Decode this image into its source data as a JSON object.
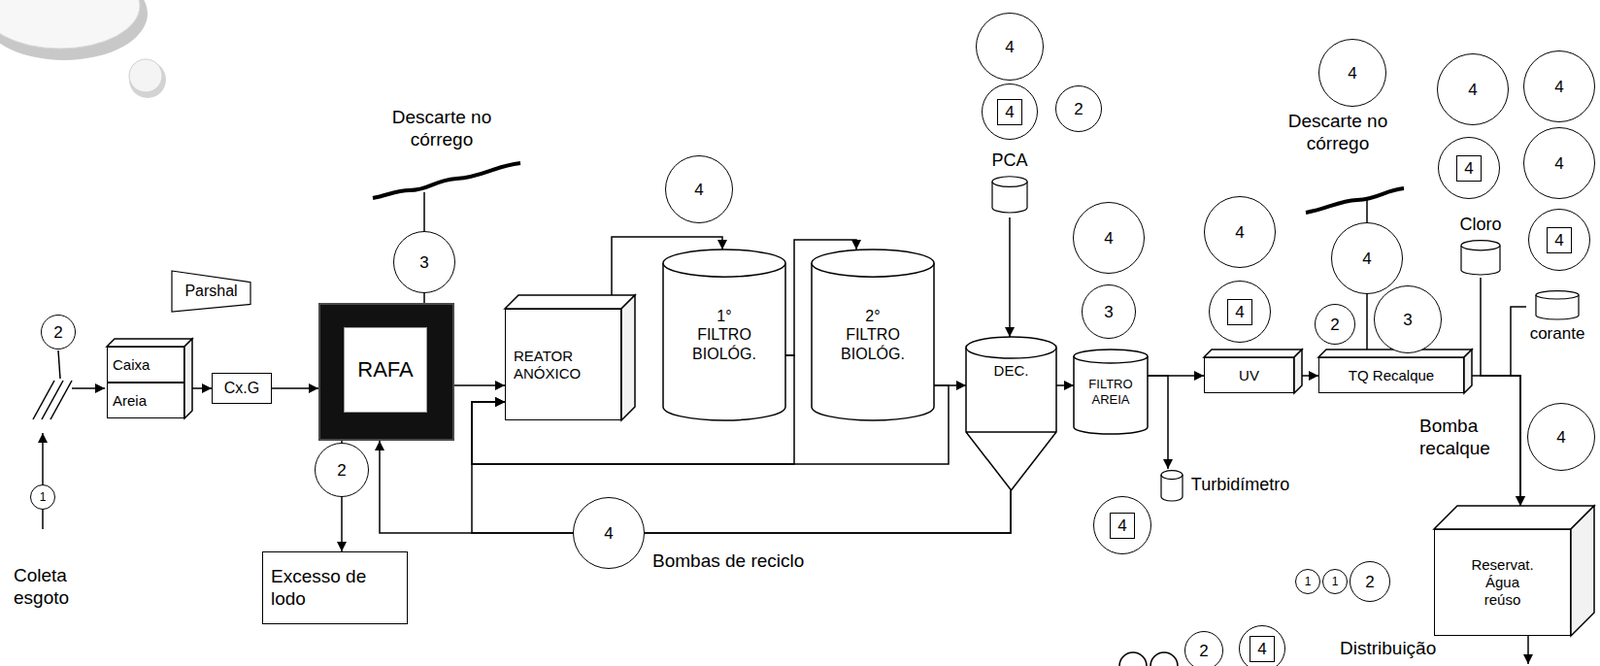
{
  "diagram": {
    "nodes": [
      {
        "text": [
          "Caixa",
          "Areia"
        ]
      },
      {
        "text": [
          "Parshal"
        ]
      },
      {
        "text": [
          "Cx.G"
        ]
      },
      {
        "text": [
          "RAFA"
        ]
      },
      {
        "text": [
          "Excesso de lodo"
        ]
      },
      {
        "text": [
          "REATOR ANÓXICO"
        ]
      },
      {
        "text": [
          "1° FILTRO BIOLÓG."
        ]
      },
      {
        "text": [
          "2° FILTRO BIOLÓG."
        ]
      },
      {
        "text": [
          "PCA"
        ]
      },
      {
        "text": [
          "DEC."
        ]
      },
      {
        "text": [
          "FILTRO AREIA"
        ]
      },
      {
        "text": [
          "Turbidímetro"
        ]
      },
      {
        "text": [
          "UV"
        ]
      },
      {
        "text": [
          "TQ Recalque"
        ]
      },
      {
        "text": [
          "Cloro"
        ]
      },
      {
        "text": [
          "corante"
        ]
      },
      {
        "text": [
          "Reservat. Água reúso"
        ]
      }
    ],
    "edges": [
      {
        "from": 0,
        "to": 2,
        "arrow": "to"
      },
      {
        "from": 2,
        "to": 3,
        "arrow": "to"
      },
      {
        "from": 3,
        "to": 4,
        "arrow": "to"
      },
      {
        "from": 3,
        "to": 5,
        "arrow": "to"
      },
      {
        "from": 5,
        "to": 6,
        "arrow": "to"
      },
      {
        "from": 6,
        "to": 7,
        "arrow": "to"
      },
      {
        "from": 7,
        "to": 9,
        "arrow": "to"
      },
      {
        "from": 6,
        "to": 5,
        "arrow": "to"
      },
      {
        "from": 7,
        "to": 5,
        "arrow": "to"
      },
      {
        "from": 9,
        "to": 3,
        "arrow": "to"
      },
      {
        "from": 9,
        "to": 5,
        "arrow": "to"
      },
      {
        "from": 8,
        "to": 9,
        "arrow": "to"
      },
      {
        "from": 9,
        "to": 10,
        "arrow": "to"
      },
      {
        "from": 10,
        "to": 12,
        "arrow": "to"
      },
      {
        "from": 10,
        "to": 11,
        "arrow": "to"
      },
      {
        "from": 12,
        "to": 13,
        "arrow": "to"
      },
      {
        "from": 13,
        "to": 16,
        "arrow": "to"
      },
      {
        "from": 14,
        "to": 16,
        "arrow": "to"
      },
      {
        "from": 15,
        "to": 16,
        "arrow": "none"
      }
    ],
    "labels": [
      "Descarte no córrego",
      "Descarte no córrego",
      "Coleta esgoto",
      "Bombas de reciclo",
      "Bomba recalque",
      "Distribuição",
      "2",
      "1",
      "3",
      "2",
      "4",
      "4",
      "4",
      "4",
      "2",
      "4",
      "3",
      "4",
      "4",
      "4",
      "4",
      "4",
      "2",
      "3",
      "4",
      "4",
      "4",
      "4",
      "4",
      "4",
      "1",
      "1",
      "2",
      "2",
      "4"
    ]
  }
}
